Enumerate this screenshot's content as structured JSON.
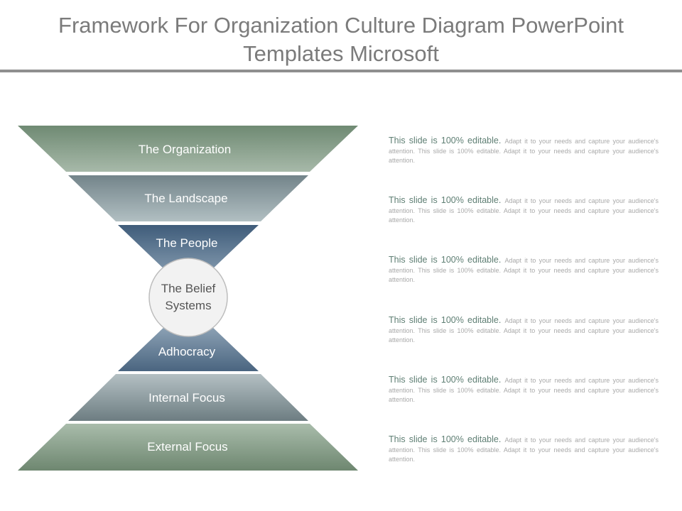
{
  "title": {
    "line1": "Framework For Organization Culture Diagram PowerPoint",
    "line2": "Templates Microsoft"
  },
  "diagram": {
    "levels": [
      {
        "label": "The Organization",
        "color_top": "#6f8a73",
        "color_bottom": "#a7b9a9"
      },
      {
        "label": "The Landscape",
        "color_top": "#73848a",
        "color_bottom": "#b1bfc2"
      },
      {
        "label": "The People",
        "color_top": "#3f5c7a",
        "color_bottom": "#7f96ab"
      },
      {
        "label": "Adhocracy",
        "color_top": "#8fa4b7",
        "color_bottom": "#4a6580"
      },
      {
        "label": "Internal Focus",
        "color_top": "#b4c0c3",
        "color_bottom": "#6d7d82"
      },
      {
        "label": "External Focus",
        "color_top": "#a9bcab",
        "color_bottom": "#6e8770"
      }
    ],
    "center": {
      "line1": "The Belief",
      "line2": "Systems"
    }
  },
  "descriptions": [
    {
      "lead": "This slide is 100% editable.",
      "text": "Adapt it to your needs and capture your audience's attention. This slide is 100% editable. Adapt it to your needs and capture your audience's attention."
    },
    {
      "lead": "This slide is 100% editable.",
      "text": "Adapt it to your needs and capture your audience's attention. This slide is 100% editable. Adapt it to your needs and capture your audience's attention."
    },
    {
      "lead": "This slide is 100% editable.",
      "text": "Adapt it to your needs and capture your audience's attention. This slide is 100% editable. Adapt it to your needs and capture your audience's attention."
    },
    {
      "lead": "This slide is 100% editable.",
      "text": "Adapt it to your needs and capture your audience's attention. This slide is 100% editable. Adapt it to your needs and capture your audience's attention."
    },
    {
      "lead": "This slide is 100% editable.",
      "text": "Adapt it to your needs and capture your audience's attention. This slide is 100% editable. Adapt it to your needs and capture your audience's attention."
    },
    {
      "lead": "This slide is 100% editable.",
      "text": "Adapt it to your needs and capture your audience's attention. This slide is 100% editable. Adapt it to your needs and capture your audience's attention."
    }
  ]
}
